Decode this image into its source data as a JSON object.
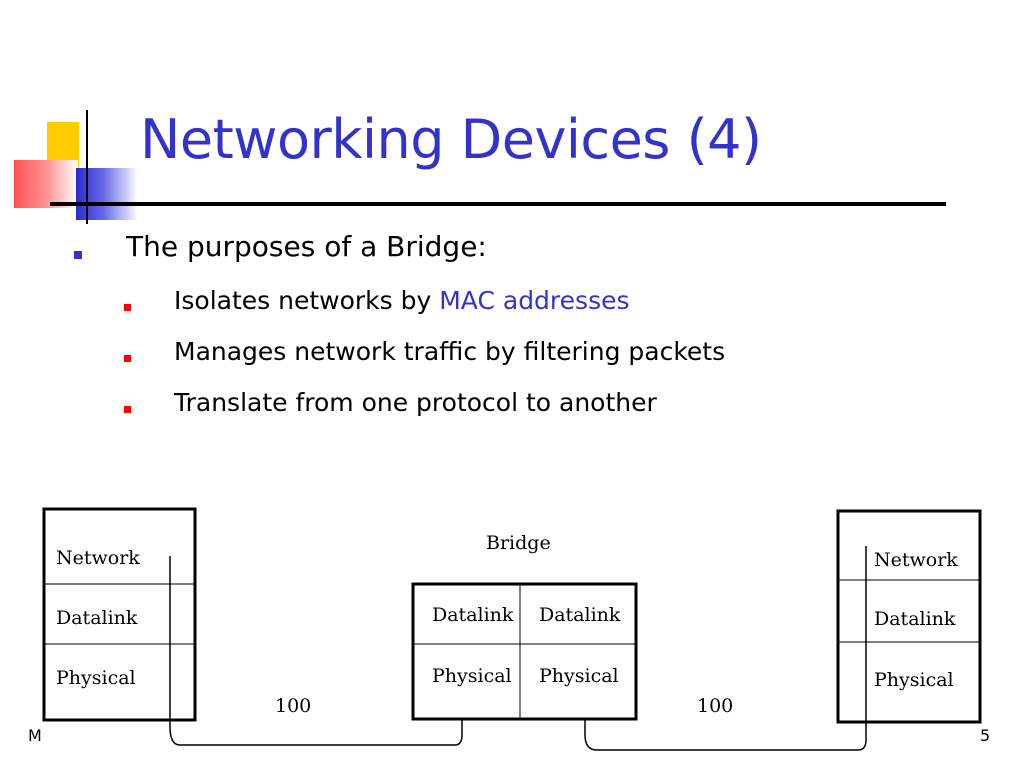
{
  "slide": {
    "title": "Networking Devices (4)",
    "bullets": {
      "main": "The purposes of a Bridge:",
      "sub": [
        {
          "text": "Isolates networks by ",
          "highlight": "MAC addresses"
        },
        {
          "text": "Manages network traffic by filtering packets"
        },
        {
          "text": "Translate from one protocol to another"
        }
      ]
    },
    "diagram": {
      "bridge_label": "Bridge",
      "left_host": {
        "layers": [
          "Network",
          "Datalink",
          "Physical"
        ]
      },
      "bridge": {
        "left_layers": [
          "Datalink",
          "Physical"
        ],
        "right_layers": [
          "Datalink",
          "Physical"
        ]
      },
      "right_host": {
        "layers": [
          "Network",
          "Datalink",
          "Physical"
        ]
      },
      "link_left": "100",
      "link_right": "100"
    },
    "footer": {
      "left": "M",
      "page_number": "5"
    },
    "colors": {
      "title": "#3333cc",
      "highlight": "#3333cc",
      "sub_bullet": "#ff0000",
      "main_bullet": "#3333cc"
    }
  }
}
